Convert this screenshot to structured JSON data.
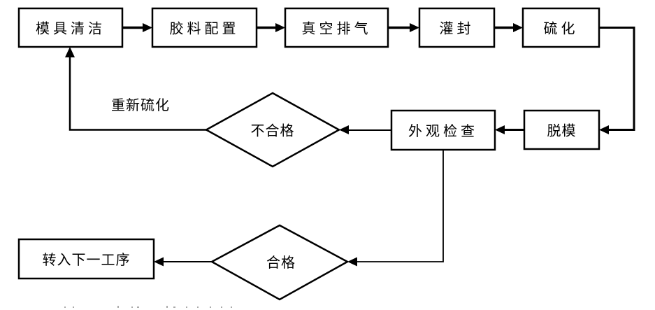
{
  "diagram": {
    "type": "flowchart",
    "colors": {
      "background": "#ffffff",
      "line": "#000000",
      "text": "#000000"
    },
    "nodes": [
      {
        "id": "mold-cleaning",
        "shape": "process",
        "label": "模具清洁"
      },
      {
        "id": "glue-preparation",
        "shape": "process",
        "label": "胶料配置"
      },
      {
        "id": "vacuum-degassing",
        "shape": "process",
        "label": "真空排气"
      },
      {
        "id": "potting",
        "shape": "process",
        "label": "灌封"
      },
      {
        "id": "vulcanization",
        "shape": "process",
        "label": "硫化"
      },
      {
        "id": "demolding",
        "shape": "process",
        "label": "脱模"
      },
      {
        "id": "visual-inspection",
        "shape": "process",
        "label": "外观检查"
      },
      {
        "id": "unqualified-decision",
        "shape": "decision",
        "label": "不合格"
      },
      {
        "id": "qualified-decision",
        "shape": "decision",
        "label": "合格"
      },
      {
        "id": "next-process",
        "shape": "process",
        "label": "转入下一工序"
      }
    ],
    "edges": [
      {
        "from": "mold-cleaning",
        "to": "glue-preparation",
        "label": ""
      },
      {
        "from": "glue-preparation",
        "to": "vacuum-degassing",
        "label": ""
      },
      {
        "from": "vacuum-degassing",
        "to": "potting",
        "label": ""
      },
      {
        "from": "potting",
        "to": "vulcanization",
        "label": ""
      },
      {
        "from": "vulcanization",
        "to": "demolding",
        "label": ""
      },
      {
        "from": "demolding",
        "to": "visual-inspection",
        "label": ""
      },
      {
        "from": "visual-inspection",
        "to": "unqualified-decision",
        "label": ""
      },
      {
        "from": "unqualified-decision",
        "to": "mold-cleaning",
        "label": "重新硫化"
      },
      {
        "from": "visual-inspection",
        "to": "qualified-decision",
        "label": ""
      },
      {
        "from": "qualified-decision",
        "to": "next-process",
        "label": ""
      }
    ]
  }
}
